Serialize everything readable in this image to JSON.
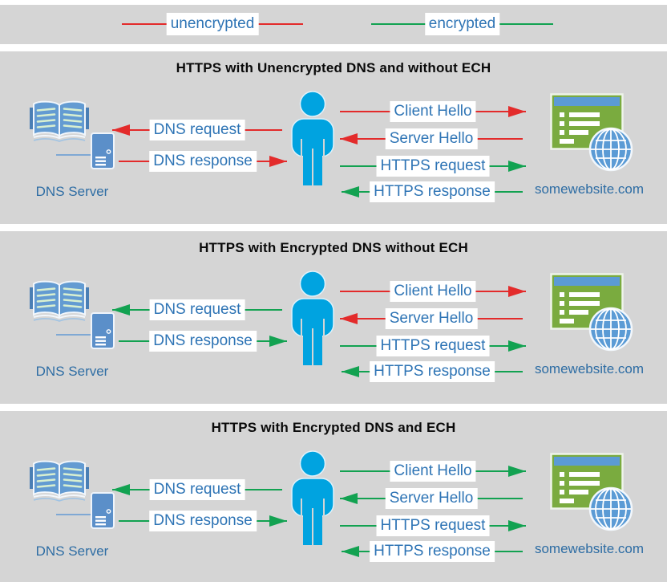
{
  "colors": {
    "unencrypted": "#e32b2b",
    "encrypted": "#12a251",
    "person_blue": "#00a3e0",
    "book_blue": "#639bd2",
    "server_blue": "#5b8fc9",
    "accent_blue": "#5b9bd5",
    "window_green": "#7aab3f",
    "label_text_blue": "#2e74b5",
    "panel_gray": "#d5d5d5"
  },
  "legend": {
    "items": [
      {
        "label": "unencrypted",
        "color": "#e32b2b"
      },
      {
        "label": "encrypted",
        "color": "#12a251"
      }
    ]
  },
  "panels": [
    {
      "title": "HTTPS with Unencrypted DNS and without ECH",
      "dns_server_label": "DNS Server",
      "website_label": "somewebsite.com",
      "arrows": {
        "dns_request": {
          "label": "DNS request",
          "color": "#e32b2b"
        },
        "dns_response": {
          "label": "DNS response",
          "color": "#e32b2b"
        },
        "client_hello": {
          "label": "Client Hello",
          "color": "#e32b2b"
        },
        "server_hello": {
          "label": "Server Hello",
          "color": "#e32b2b"
        },
        "https_request": {
          "label": "HTTPS request",
          "color": "#12a251"
        },
        "https_response": {
          "label": "HTTPS response",
          "color": "#12a251"
        }
      }
    },
    {
      "title": "HTTPS with Encrypted DNS without ECH",
      "dns_server_label": "DNS Server",
      "website_label": "somewebsite.com",
      "arrows": {
        "dns_request": {
          "label": "DNS request",
          "color": "#12a251"
        },
        "dns_response": {
          "label": "DNS response",
          "color": "#12a251"
        },
        "client_hello": {
          "label": "Client Hello",
          "color": "#e32b2b"
        },
        "server_hello": {
          "label": "Server Hello",
          "color": "#e32b2b"
        },
        "https_request": {
          "label": "HTTPS request",
          "color": "#12a251"
        },
        "https_response": {
          "label": "HTTPS response",
          "color": "#12a251"
        }
      }
    },
    {
      "title": "HTTPS with Encrypted DNS and ECH",
      "dns_server_label": "DNS Server",
      "website_label": "somewebsite.com",
      "arrows": {
        "dns_request": {
          "label": "DNS request",
          "color": "#12a251"
        },
        "dns_response": {
          "label": "DNS response",
          "color": "#12a251"
        },
        "client_hello": {
          "label": "Client Hello",
          "color": "#12a251"
        },
        "server_hello": {
          "label": "Server Hello",
          "color": "#12a251"
        },
        "https_request": {
          "label": "HTTPS request",
          "color": "#12a251"
        },
        "https_response": {
          "label": "HTTPS response",
          "color": "#12a251"
        }
      }
    }
  ]
}
